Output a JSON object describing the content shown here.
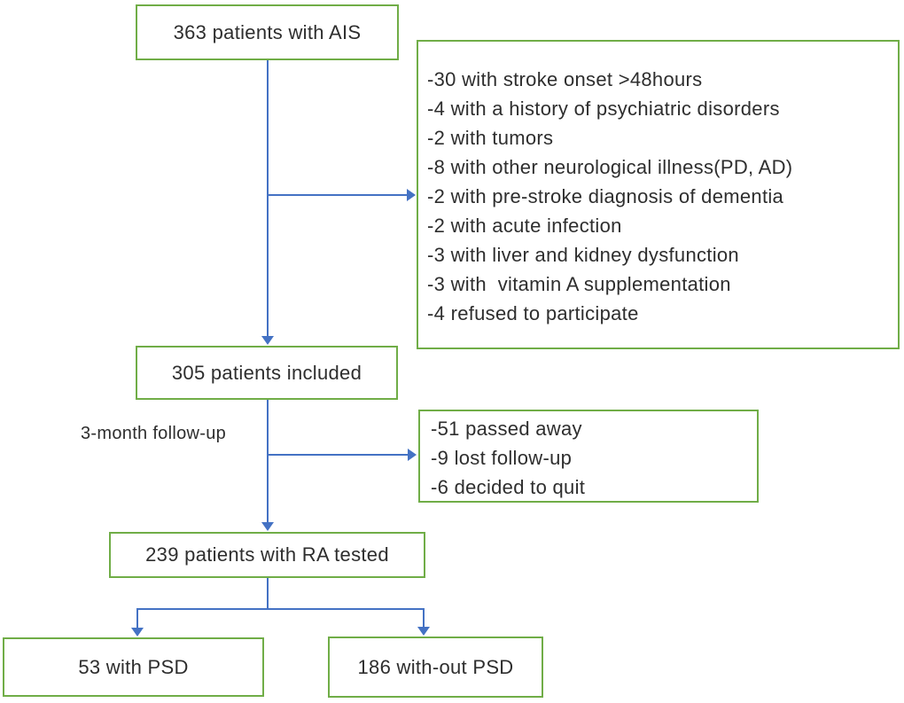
{
  "flowchart": {
    "nodes": {
      "ais": "363 patients with AIS",
      "included": "305 patients included",
      "ra_tested": "239 patients with RA tested",
      "psd": "53 with PSD",
      "without_psd": "186 with-out PSD"
    },
    "exclusion_box_1": {
      "items": [
        "-30 with stroke onset >48hours",
        "-4 with a history of psychiatric disorders",
        "-2 with tumors",
        "-8 with other neurological illness(PD, AD)",
        "-2 with pre-stroke diagnosis of dementia",
        "-2 with acute infection",
        "-3 with liver and kidney dysfunction",
        "-3 with  vitamin A supplementation",
        "-4 refused to participate"
      ]
    },
    "exclusion_box_2": {
      "items": [
        "-51 passed away",
        "-9 lost follow-up",
        "-6 decided to quit"
      ]
    },
    "labels": {
      "follow_up": "3-month follow-up"
    },
    "colors": {
      "box_border": "#70AD47",
      "arrow": "#4472C4",
      "text": "#2e2e2e",
      "background": "#ffffff"
    }
  }
}
